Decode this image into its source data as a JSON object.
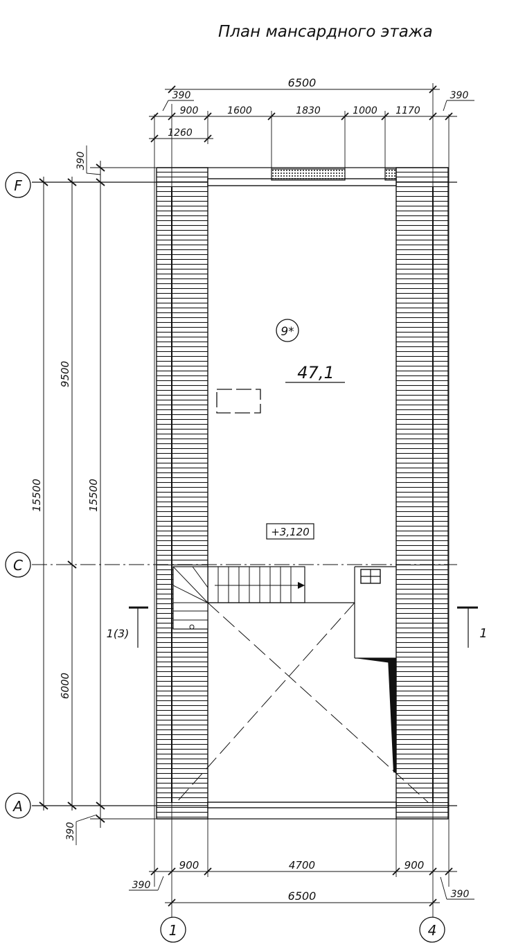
{
  "title": "План мансардного этажа",
  "room": {
    "number": "9*",
    "area": "47,1",
    "level": "+3,120"
  },
  "axes": {
    "rows": [
      "F",
      "C",
      "A"
    ],
    "columns": [
      "1",
      "4"
    ]
  },
  "dims_top": {
    "overall": "6500",
    "wall_left": "390",
    "wall_right": "390",
    "segments": [
      "900",
      "1600",
      "1830",
      "1000",
      "1170"
    ],
    "left_extent": "1260"
  },
  "dims_left": {
    "wall_top": "390",
    "wall_bottom": "390",
    "upper": "9500",
    "lower": "6000",
    "total_outer": "15500",
    "total_inner": "15500"
  },
  "dims_bottom": {
    "wall_left": "390",
    "wall_right": "390",
    "segments": [
      "900",
      "4700",
      "900"
    ],
    "overall": "6500"
  },
  "section": {
    "left": "1(3)",
    "right": "1"
  }
}
